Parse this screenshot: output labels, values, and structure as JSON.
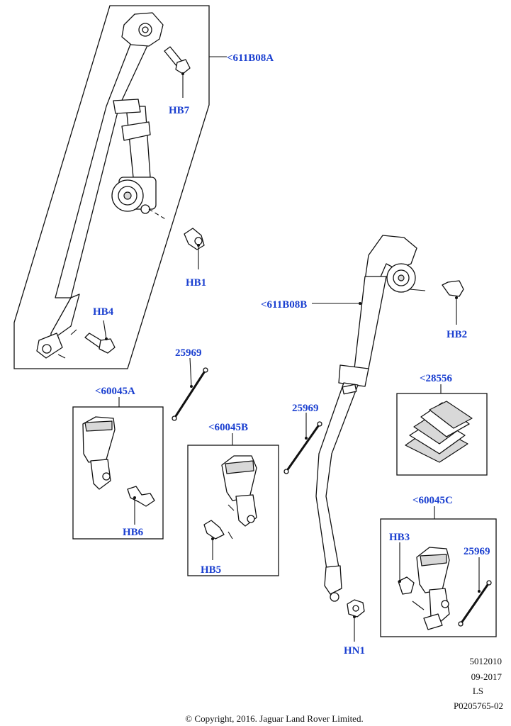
{
  "callouts": {
    "assembly_a": "<611B08A",
    "assembly_b": "<611B08B",
    "buckle_a": "<60045A",
    "buckle_b": "<60045B",
    "buckle_c": "<60045C",
    "kit": "<28556",
    "tie_1": "25969",
    "tie_2": "25969",
    "tie_3": "25969",
    "hb1": "HB1",
    "hb2": "HB2",
    "hb3": "HB3",
    "hb4": "HB4",
    "hb5": "HB5",
    "hb6": "HB6",
    "hb7": "HB7",
    "hn1": "HN1"
  },
  "info": {
    "code": "5012010",
    "date": "09-2017",
    "market": "LS",
    "illustration_id": "P0205765-02"
  },
  "copyright": "© Copyright, 2016. Jaguar Land Rover Limited."
}
